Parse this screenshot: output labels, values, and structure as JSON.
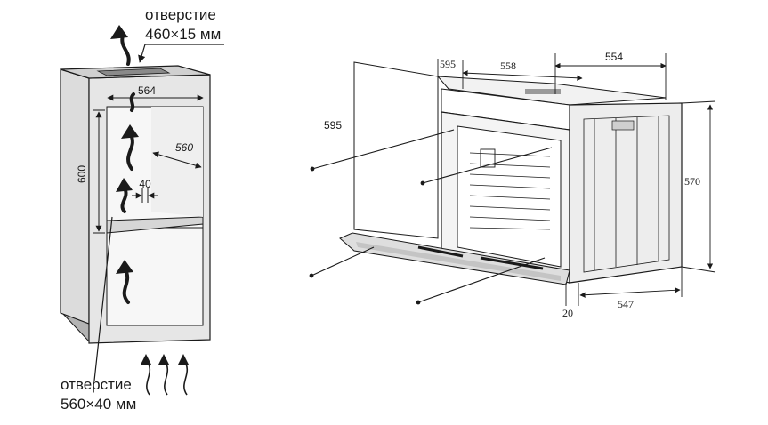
{
  "cabinet": {
    "top_vent_label": "отверстие",
    "top_vent_size": "460×15 мм",
    "bottom_vent_label": "отверстие",
    "bottom_vent_size": "560×40 мм",
    "width_dim": "564",
    "depth_dim": "560",
    "height_dim": "600",
    "gap_dim": "40"
  },
  "oven": {
    "front_height": "595",
    "front_width": "595",
    "body_width": "558",
    "top_depth": "554",
    "body_height": "570",
    "door_thickness": "20",
    "body_depth": "547"
  },
  "colors": {
    "line": "#1a1a1a",
    "cabinet_fill": "#e6e6e6",
    "cabinet_interior": "#f7f7f7",
    "plinth": "#b3b3b3"
  }
}
